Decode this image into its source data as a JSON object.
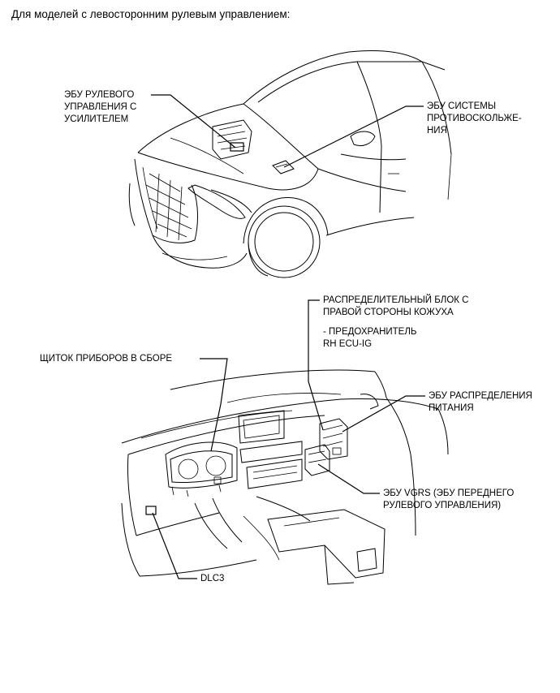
{
  "header": "Для моделей с левосторонним рулевым управлением:",
  "labels": {
    "eps_ecu": [
      "ЭБУ РУЛЕВОГО",
      "УПРАВЛЕНИЯ С",
      "УСИЛИТЕЛЕМ"
    ],
    "skid_ecu": [
      "ЭБУ СИСТЕМЫ",
      "ПРОТИВОСКОЛЬЖЕ-",
      "НИЯ"
    ],
    "junction_block": [
      "РАСПРЕДЕЛИТЕЛЬНЫЙ БЛОК С",
      "ПРАВОЙ СТОРОНЫ КОЖУХА"
    ],
    "fuse": [
      "- ПРЕДОХРАНИТЕЛЬ",
      "RH ECU-IG"
    ],
    "meter": [
      "ЩИТОК ПРИБОРОВ В СБОРЕ"
    ],
    "power_ecu": [
      "ЭБУ РАСПРЕДЕЛЕНИЯ",
      "ПИТАНИЯ"
    ],
    "vgrs_ecu": [
      "ЭБУ VGRS (ЭБУ ПЕРЕДНЕГО",
      "РУЛЕВОГО УПРАВЛЕНИЯ)"
    ],
    "dlc3": [
      "DLC3"
    ]
  }
}
